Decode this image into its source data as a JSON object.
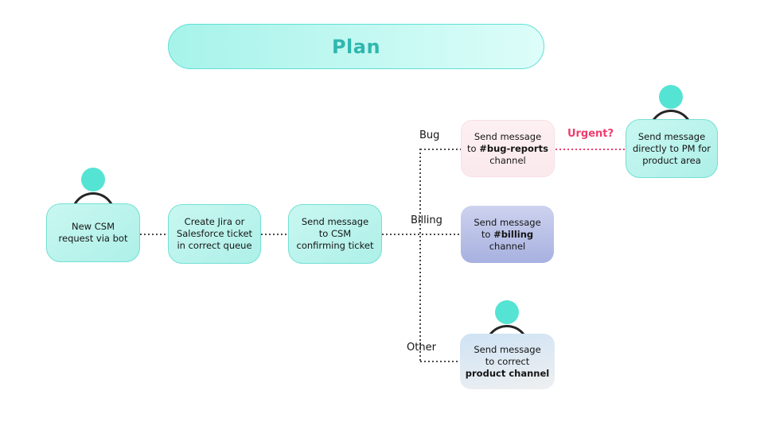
{
  "title": "Plan",
  "branch_labels": {
    "bug": "Bug",
    "billing": "Billing",
    "other": "Other"
  },
  "condition_label": "Urgent?",
  "nodes": {
    "request": {
      "line1": "New CSM",
      "line2": "request via bot"
    },
    "ticket": {
      "line1": "Create Jira or",
      "line2": "Salesforce ticket",
      "line3": "in correct queue"
    },
    "confirm": {
      "line1": "Send message",
      "line2": "to CSM",
      "line3": "confirming ticket"
    },
    "bug": {
      "line1": "Send message",
      "line2_prefix": "to ",
      "line2_bold": "#bug-reports",
      "line3": "channel"
    },
    "pm": {
      "line1": "Send message",
      "line2": "directly to PM for",
      "line3": "product area"
    },
    "billing": {
      "line1": "Send message",
      "line2_prefix": "to ",
      "line2_bold": "#billing",
      "line3": "channel"
    },
    "other": {
      "line1": "Send message",
      "line2": "to correct",
      "line3_bold": "product channel"
    }
  },
  "icons": {
    "person": "person-icon"
  },
  "colors": {
    "title_text": "#2fb7ae",
    "teal_border": "#72e0d4",
    "teal_fill_start": "#c9f7f1",
    "teal_fill_end": "#adf0e8",
    "pink_fill": "#fdf0f2",
    "purple_fill_top": "#cdd2ee",
    "purple_fill_bottom": "#a7b1e0",
    "blue_fill_top": "#cfe3f4",
    "blue_fill_bottom": "#edeff1",
    "connector": "#4a4a4a",
    "urgent": "#ee3c6e",
    "person_head": "#55e3d4"
  }
}
